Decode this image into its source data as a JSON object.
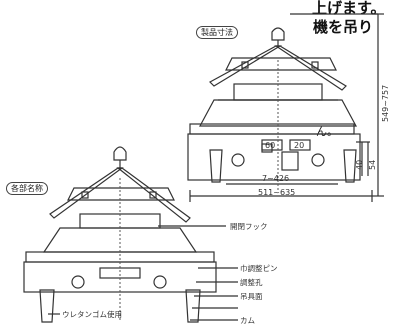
{
  "intro": {
    "line1": "上げます。",
    "line2": "機を吊り",
    "line3": "ん。"
  },
  "product_dims": {
    "badge": "製品寸法",
    "height_range": "549~757",
    "w_20": "20",
    "w_60": "60",
    "h_40": "40",
    "h_54": "54",
    "adjust_range": "7~426",
    "total_width": "511~635"
  },
  "part_names": {
    "badge": "各部名称",
    "labels": [
      "開閉フック",
      "巾調整ピン",
      "調整孔",
      "吊具面",
      "ウレタンゴム使用",
      "カム"
    ]
  }
}
